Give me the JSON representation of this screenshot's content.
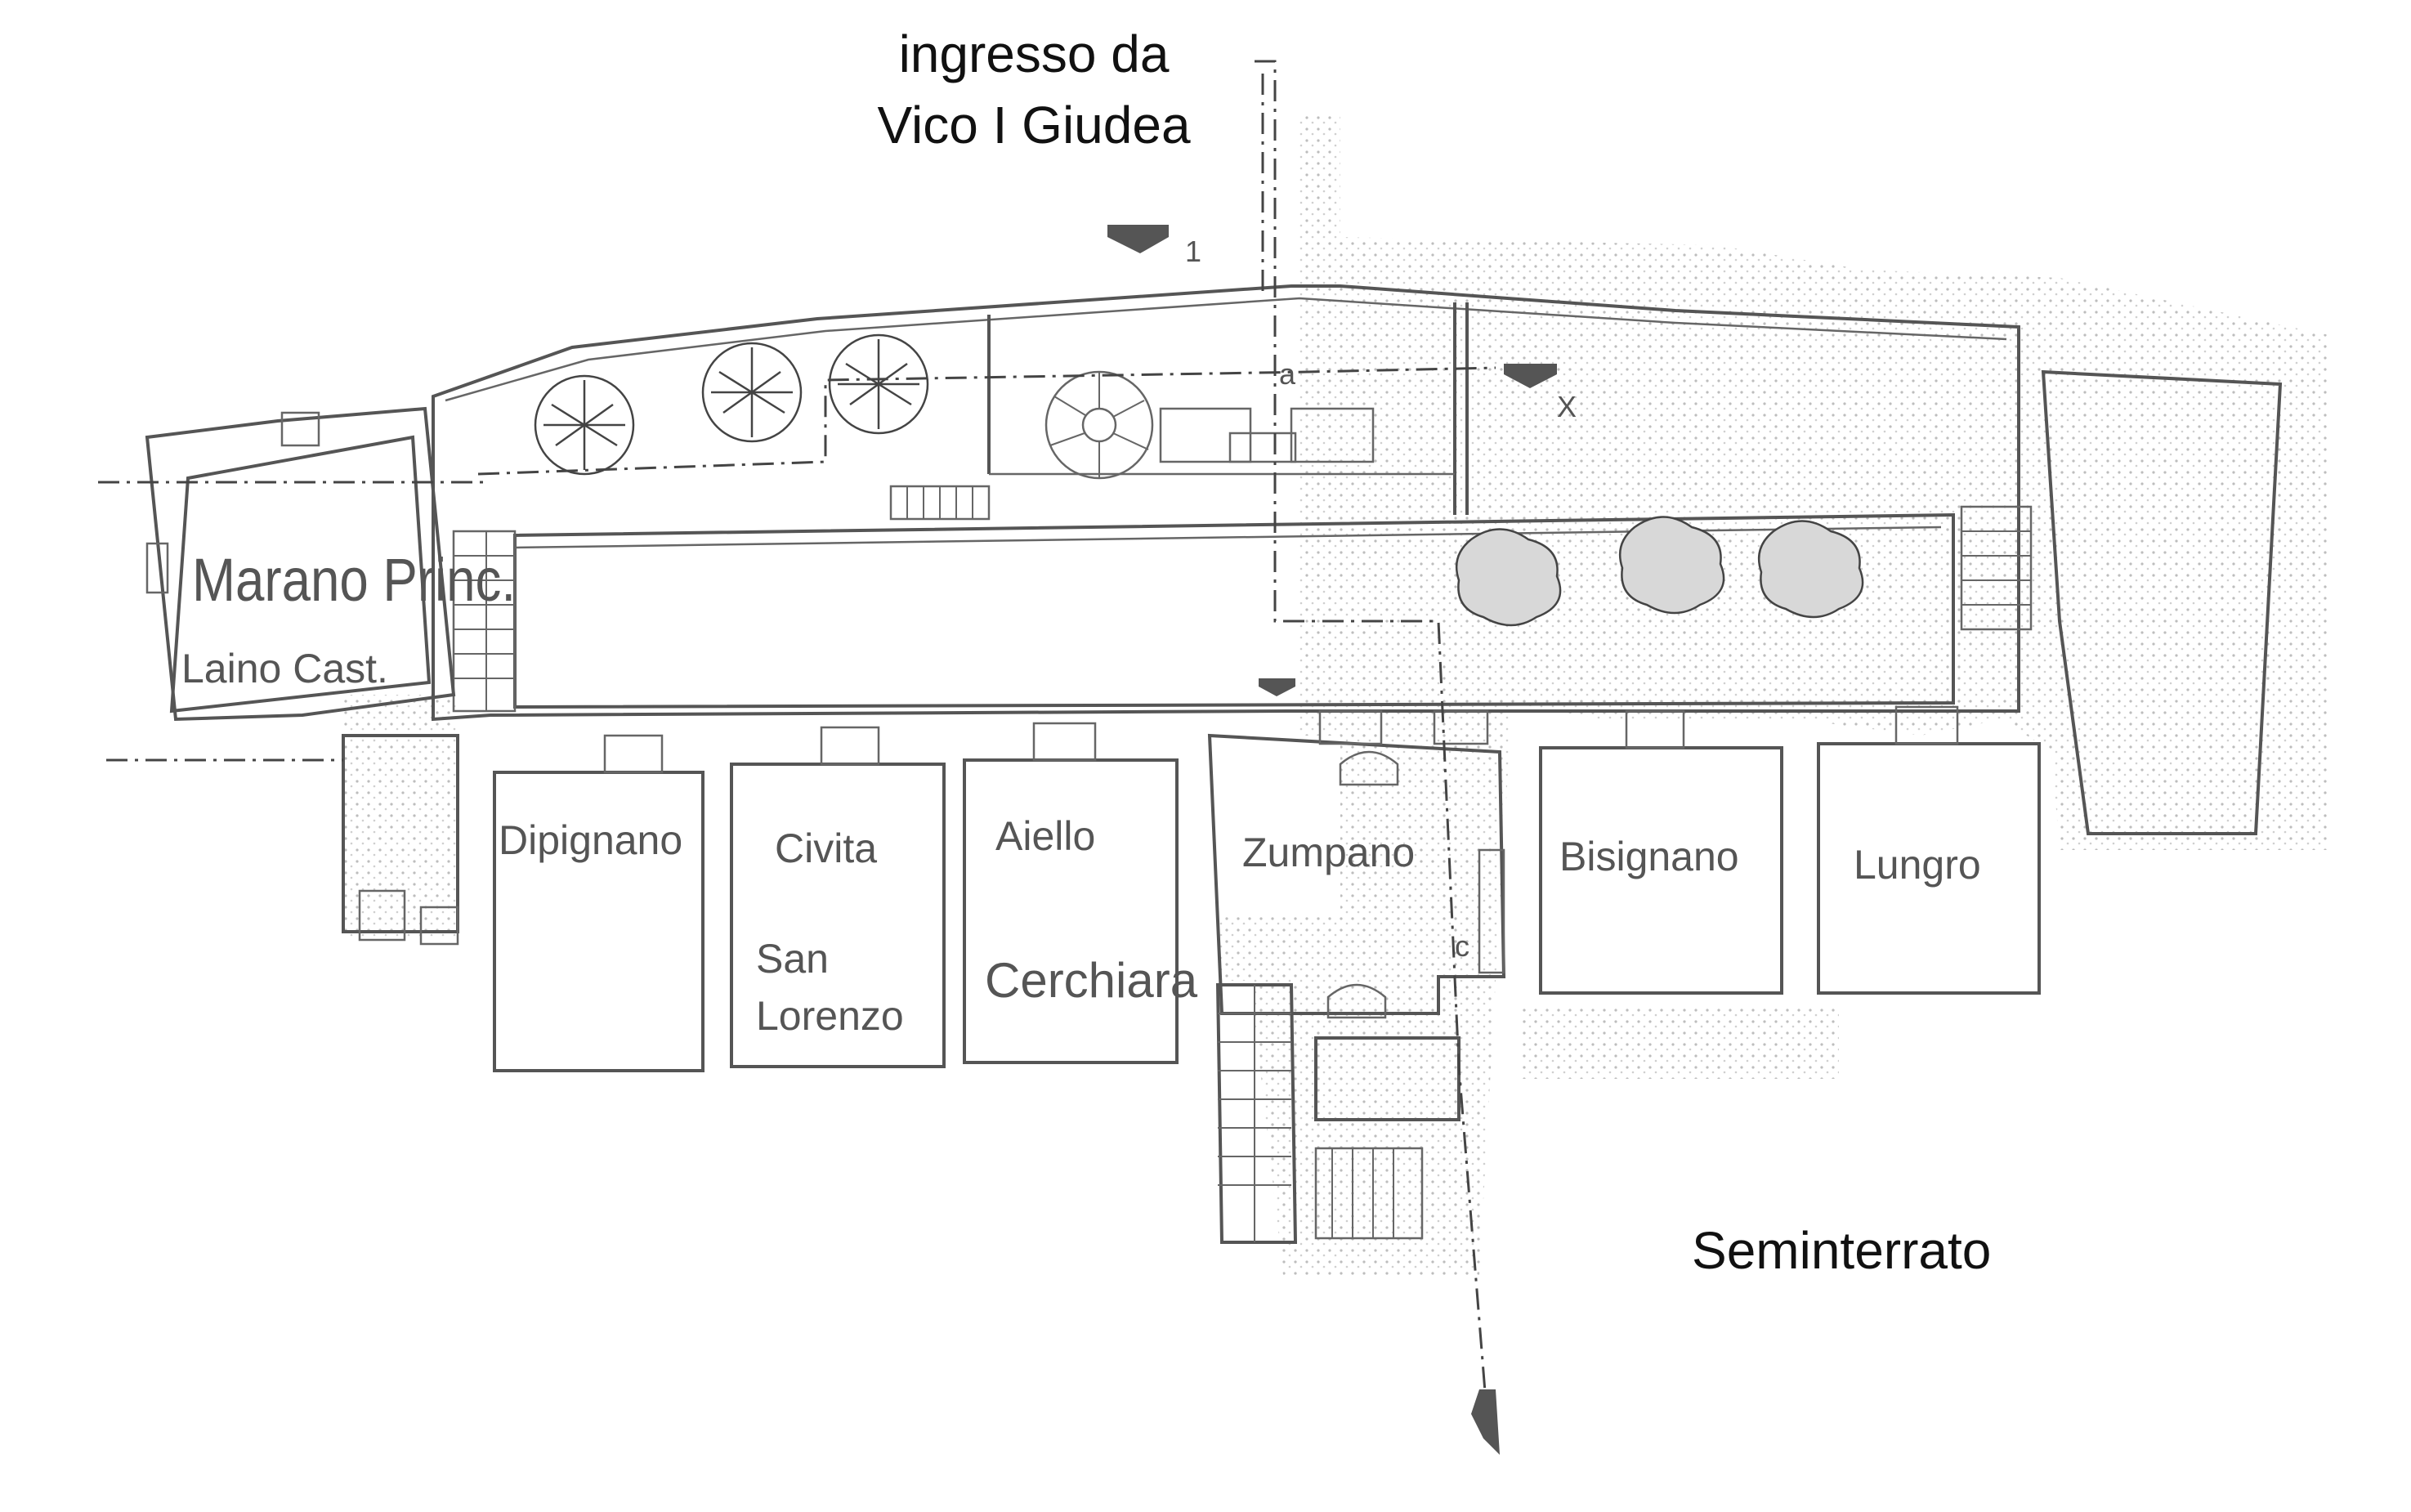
{
  "labels": {
    "entrance_line1": "ingresso da",
    "entrance_line2": "Vico I Giudea",
    "floor_name": "Seminterrato"
  },
  "rooms": {
    "marano": "Marano Princ.",
    "laino": "Laino Cast.",
    "dipignano": "Dipignano",
    "civita": "Civita",
    "san": "San",
    "lorenzo": "Lorenzo",
    "aiello": "Aiello",
    "cerchiara": "Cerchiara",
    "zumpano": "Zumpano",
    "bisignano": "Bisignano",
    "lungro": "Lungro"
  },
  "markers": {
    "arrow_1": "1",
    "arrow_x": "X",
    "mark_a": "a",
    "mark_c": "c"
  }
}
